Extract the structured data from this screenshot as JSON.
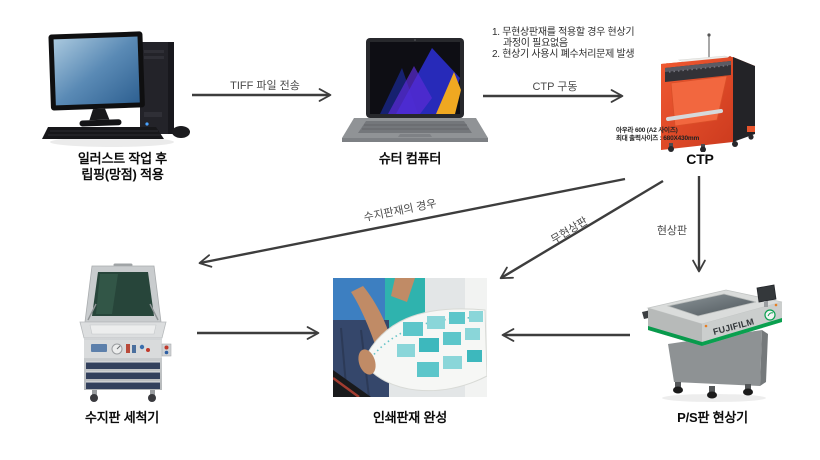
{
  "nodes": {
    "illustrator": {
      "label1": "일러스트 작업 후",
      "label2": "립핑(망점) 적용"
    },
    "shooter": {
      "label": "슈터 컴퓨터"
    },
    "ctp": {
      "label": "CTP",
      "caption1": "아우라 600 (A2 사이즈)",
      "caption2": "최대 출력사이즈 : 680X430mm"
    },
    "washer": {
      "label": "수지판 세척기"
    },
    "plate": {
      "label": "인쇄판재 완성"
    },
    "psdev": {
      "label": "P/S판 현상기",
      "brand": "FUJIFILM"
    }
  },
  "notes": {
    "line1": "1. 무현상판재를 적용할 경우 현상기",
    "line2": "과정이 필요없음",
    "line3": "2. 현상기 사용시 폐수처리문제 발생"
  },
  "edges": {
    "tiff": {
      "label": "TIFF 파일 전송"
    },
    "ctprun": {
      "label": "CTP 구동"
    },
    "resin": {
      "label": "수지판재의 경우"
    },
    "nodev": {
      "label": "무현상판"
    },
    "dev": {
      "label": "현상판"
    }
  },
  "colors": {
    "arrow": "#3d3d3d",
    "ctp_red": "#e8472a",
    "fuji_green": "#0aa04f",
    "teal": "#2fb3ae",
    "screen_blue": "#4a7fb5"
  }
}
